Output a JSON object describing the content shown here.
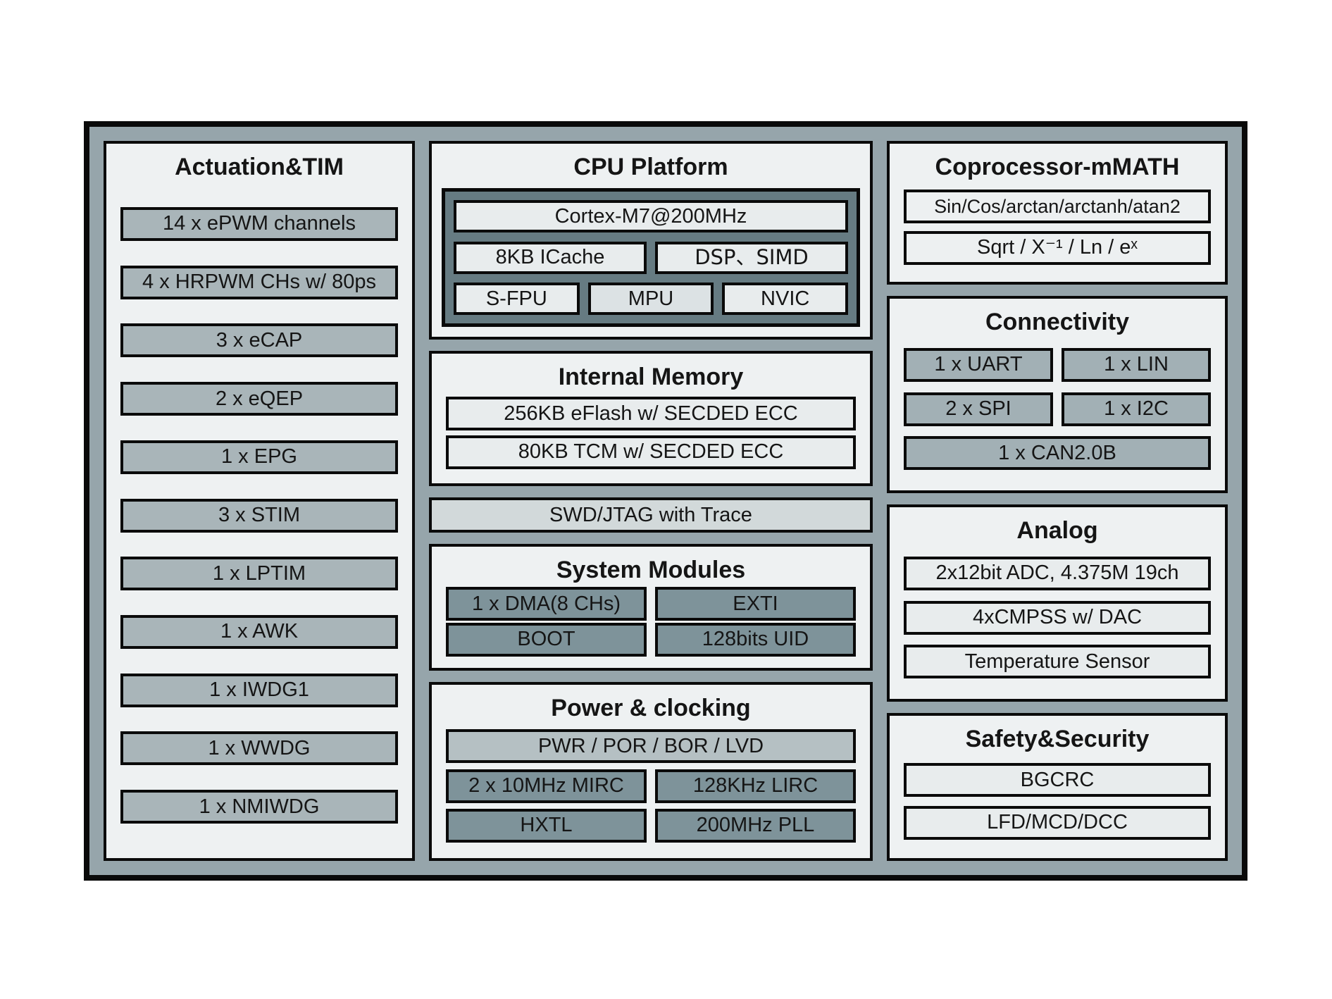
{
  "colors": {
    "frame_gutter": "#96a5ab",
    "frame_border": "#0a0a0a",
    "panel_bg": "#eef1f2",
    "box_light": "#e8eced",
    "box_lighter": "#edf0f1",
    "box_medium": "#a9b5b9",
    "box_medium2": "#a2b0b5",
    "box_dark": "#7e939a",
    "box_pwr": "#b5c0c3",
    "box_swd": "#d2d9da",
    "box_mpu": "#dce2e4",
    "cpu_inner_bg": "#667b82",
    "text": "#151515"
  },
  "actuation": {
    "title": "Actuation&TIM",
    "items": [
      "14 x ePWM channels",
      "4 x HRPWM CHs w/ 80ps",
      "3 x eCAP",
      "2 x eQEP",
      "1 x EPG",
      "3 x STIM",
      "1 x LPTIM",
      "1 x AWK",
      "1 x IWDG1",
      "1 x WWDG",
      "1 x NMIWDG"
    ]
  },
  "cpu": {
    "title": "CPU Platform",
    "core": "Cortex-M7@200MHz",
    "icache": "8KB ICache",
    "dsp": "DSP、SIMD",
    "sfpu": "S-FPU",
    "mpu": "MPU",
    "nvic": "NVIC"
  },
  "memory": {
    "title": "Internal Memory",
    "eflash": "256KB eFlash w/ SECDED ECC",
    "tcm": "80KB TCM w/ SECDED ECC"
  },
  "debug": {
    "label": "SWD/JTAG with Trace"
  },
  "system": {
    "title": "System Modules",
    "dma": "1 x DMA(8 CHs)",
    "exti": "EXTI",
    "boot": "BOOT",
    "uid": "128bits UID"
  },
  "power": {
    "title": "Power & clocking",
    "pwr": "PWR / POR / BOR / LVD",
    "mirc": "2 x 10MHz MIRC",
    "lirc": "128KHz LIRC",
    "hxtl": "HXTL",
    "pll": "200MHz PLL"
  },
  "coprocessor": {
    "title": "Coprocessor-mMATH",
    "trig": "Sin/Cos/arctan/arctanh/atan2",
    "sqrt": "Sqrt / X⁻¹ / Ln / eˣ"
  },
  "connectivity": {
    "title": "Connectivity",
    "uart": "1 x UART",
    "lin": "1 x LIN",
    "spi": "2 x SPI",
    "i2c": "1 x I2C",
    "can": "1 x CAN2.0B"
  },
  "analog": {
    "title": "Analog",
    "adc": "2x12bit ADC, 4.375M 19ch",
    "cmpss": "4xCMPSS w/ DAC",
    "temp": "Temperature Sensor"
  },
  "safety": {
    "title": "Safety&Security",
    "bgcrc": "BGCRC",
    "lfd": "LFD/MCD/DCC"
  }
}
